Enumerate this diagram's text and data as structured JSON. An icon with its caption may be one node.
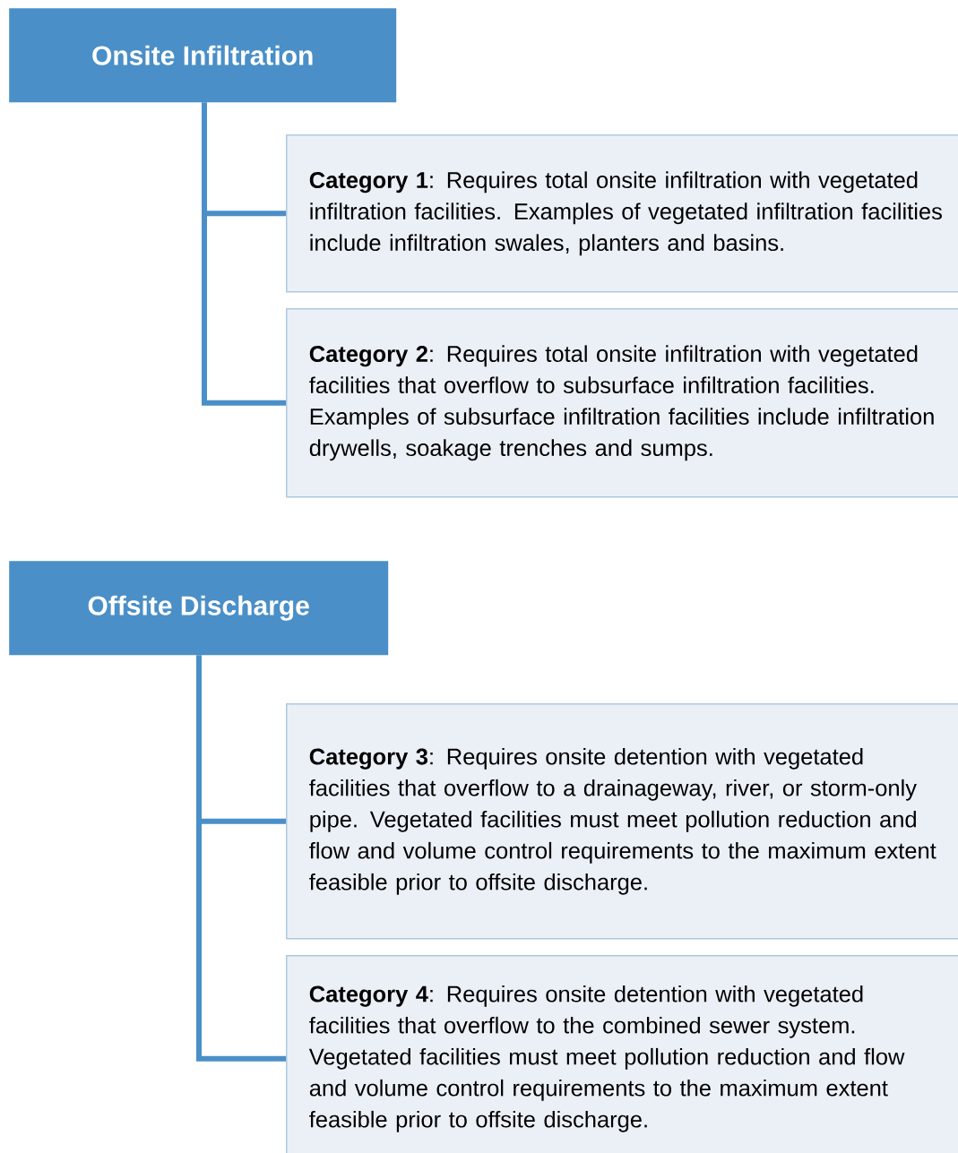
{
  "diagram": {
    "nodes": [
      {
        "text": [
          "Onsite Infiltration"
        ]
      },
      {
        "text": [
          "**Category 1**: Requires total onsite infiltration with vegetated infiltration facilities.  Examples of vegetated infiltration facilities include infiltration swales, planters and basins."
        ]
      },
      {
        "text": [
          "**Category 2**: Requires total onsite infiltration with vegetated facilities that overflow to subsurface infiltration facilities. Examples of subsurface infiltration facilities include infiltration drywells, soakage trenches and sumps."
        ]
      },
      {
        "text": [
          "Offsite Discharge"
        ]
      },
      {
        "text": [
          "**Category 3**: Requires onsite detention with vegetated facilities that overflow to a drainageway, river, or storm-only pipe.  Vegetated facilities must meet pollution reduction and flow and volume control requirements to the maximum extent feasible prior to offsite discharge."
        ]
      },
      {
        "text": [
          "**Category 4**: Requires onsite detention with vegetated facilities that overflow to the combined sewer system. Vegetated facilities must meet pollution reduction and flow and volume control requirements to the maximum extent feasible prior to offsite discharge."
        ]
      }
    ],
    "edges": [
      {
        "from": 0,
        "to": 1,
        "arrow": "none"
      },
      {
        "from": 0,
        "to": 2,
        "arrow": "none"
      },
      {
        "from": 3,
        "to": 4,
        "arrow": "none"
      },
      {
        "from": 3,
        "to": 5,
        "arrow": "none"
      }
    ]
  }
}
